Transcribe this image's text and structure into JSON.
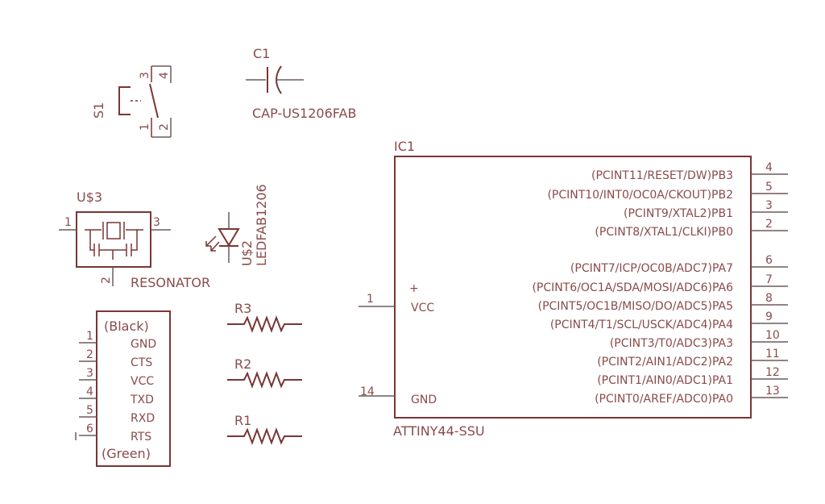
{
  "s1": {
    "name": "S1",
    "pins": [
      "3",
      "4",
      "1",
      "2"
    ]
  },
  "c1": {
    "name": "C1",
    "value": "CAP-US1206FAB"
  },
  "u3": {
    "name": "U$3",
    "value": "RESONATOR",
    "pins": [
      "1",
      "3",
      "2"
    ]
  },
  "u2": {
    "name": "U$2",
    "value": "LEDFAB1206"
  },
  "resistors": [
    "R3",
    "R2",
    "R1"
  ],
  "ftdi": {
    "top_label": "(Black)",
    "bottom_label": "(Green)",
    "pins": [
      {
        "num": "1",
        "name": "GND"
      },
      {
        "num": "2",
        "name": "CTS"
      },
      {
        "num": "3",
        "name": "VCC"
      },
      {
        "num": "4",
        "name": "TXD"
      },
      {
        "num": "5",
        "name": "RXD"
      },
      {
        "num": "6",
        "name": "RTS"
      }
    ]
  },
  "ic1": {
    "name": "IC1",
    "value": "ATTINY44-SSU",
    "left_pins": [
      {
        "num": "1",
        "name": "VCC",
        "mark": "+"
      },
      {
        "num": "14",
        "name": "GND",
        "mark": ""
      }
    ],
    "right_pins": [
      {
        "num": "4",
        "name": "(PCINT11/RESET/DW)PB3"
      },
      {
        "num": "5",
        "name": "(PCINT10/INT0/OC0A/CKOUT)PB2"
      },
      {
        "num": "3",
        "name": "(PCINT9/XTAL2)PB1"
      },
      {
        "num": "2",
        "name": "(PCINT8/XTAL1/CLKI)PB0"
      },
      {
        "num": "6",
        "name": "(PCINT7/ICP/OC0B/ADC7)PA7"
      },
      {
        "num": "7",
        "name": "(PCINT6/OC1A/SDA/MOSI/ADC6)PA6"
      },
      {
        "num": "8",
        "name": "(PCINT5/OC1B/MISO/DO/ADC5)PA5"
      },
      {
        "num": "9",
        "name": "(PCINT4/T1/SCL/USCK/ADC4)PA4"
      },
      {
        "num": "10",
        "name": "(PCINT3/T0/ADC3)PA3"
      },
      {
        "num": "11",
        "name": "(PCINT2/AIN1/ADC2)PA2"
      },
      {
        "num": "12",
        "name": "(PCINT1/AIN0/ADC1)PA1"
      },
      {
        "num": "13",
        "name": "(PCINT0/AREF/ADC0)PA0"
      }
    ]
  }
}
